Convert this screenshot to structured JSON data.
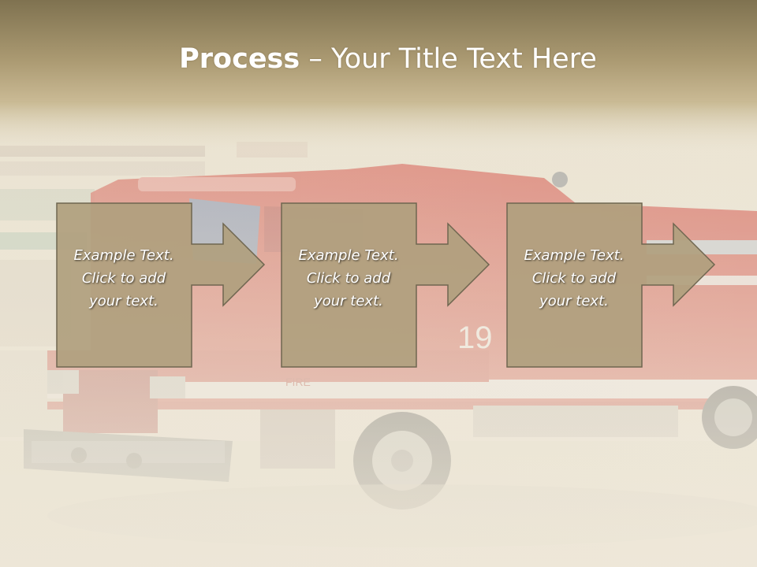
{
  "slide": {
    "title_bold": "Process",
    "title_rest": " – Your Title Text Here"
  },
  "steps": [
    {
      "lines": [
        "Example Text.",
        "Click  to add",
        "your text."
      ]
    },
    {
      "lines": [
        "Example Text.",
        "Click  to add",
        "your text."
      ]
    },
    {
      "lines": [
        "Example Text.",
        "Click  to add",
        "your text."
      ]
    }
  ],
  "colors": {
    "header": "#9f8e66",
    "box_fill": "#b0a07e",
    "box_border": "#6f6650",
    "truck_red": "#d0463c"
  }
}
